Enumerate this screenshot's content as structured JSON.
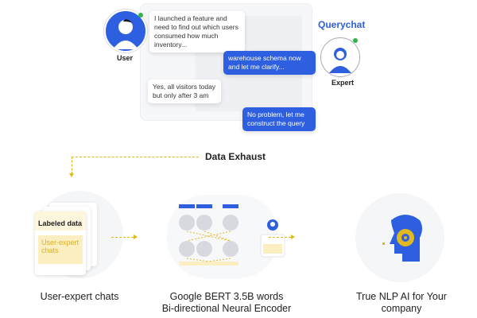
{
  "chat": {
    "user_label": "User",
    "expert_label": "Expert",
    "brand": "Querychat",
    "messages": [
      {
        "from": "user",
        "text": "I launched a feature and need to find out which users consumed how much inventory..."
      },
      {
        "from": "expert",
        "text": "warehouse schema now and let me clarify..."
      },
      {
        "from": "user",
        "text": "Yes, all visitors today but only after 3 am"
      },
      {
        "from": "expert",
        "text": "No problem, let me construct the query"
      }
    ]
  },
  "flow": {
    "data_exhaust": "Data Exhaust",
    "card_title": "Labeled data",
    "card_body": "User-expert chats",
    "steps": [
      {
        "caption_line1": "User-expert chats",
        "caption_line2": ""
      },
      {
        "caption_line1": "Google BERT 3.5B words",
        "caption_line2": "Bi-directional Neural Encoder"
      },
      {
        "caption_line1": "True NLP AI for Your",
        "caption_line2": "company"
      }
    ]
  },
  "colors": {
    "blue": "#2e5fe0",
    "yellow": "#e0b820",
    "green": "#2fb34a"
  }
}
